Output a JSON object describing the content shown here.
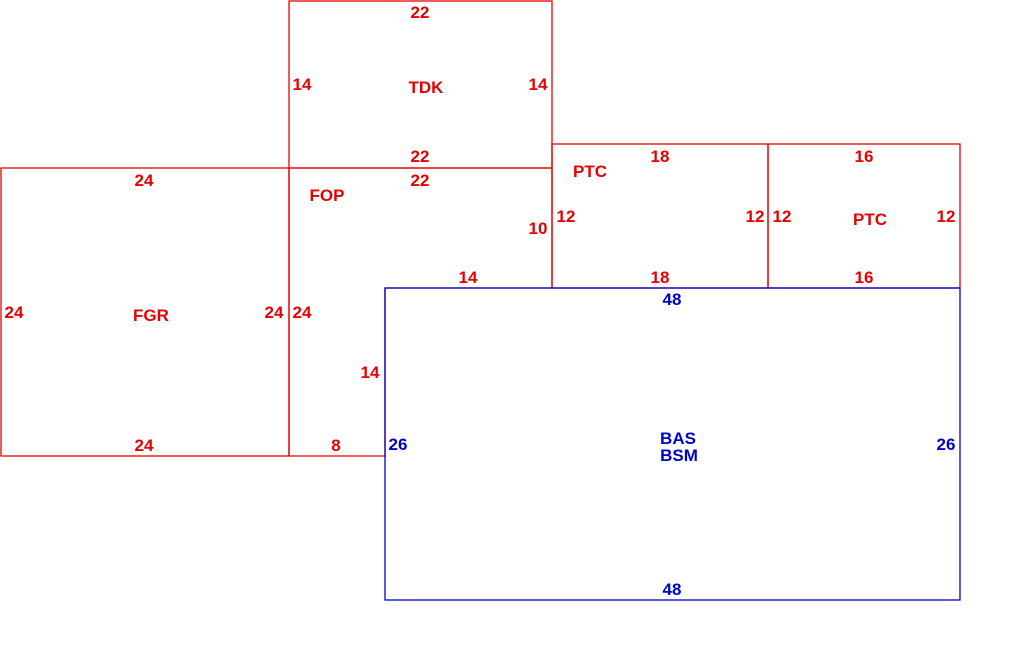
{
  "colors": {
    "upper": "#e60000",
    "basement": "#0000cc"
  },
  "rooms": {
    "tdk": {
      "name": "TDK",
      "top": "22",
      "bottom": "22",
      "left": "14",
      "right": "14"
    },
    "fgr": {
      "name": "FGR",
      "top": "24",
      "bottom": "24",
      "left": "24",
      "right": "24"
    },
    "fop": {
      "name": "FOP",
      "top": "22",
      "right": "10",
      "left": "24",
      "notch_top": "14",
      "notch_side": "14",
      "bottom": "8"
    },
    "ptc1": {
      "name": "PTC",
      "top": "18",
      "bottom": "18",
      "left": "12",
      "right": "12"
    },
    "ptc2": {
      "name": "PTC",
      "top": "16",
      "bottom": "16",
      "left": "12",
      "right": "12"
    },
    "bas": {
      "name_line1": "BAS",
      "name_line2": "BSM",
      "top": "48",
      "bottom": "48",
      "left": "26",
      "right": "26"
    }
  }
}
